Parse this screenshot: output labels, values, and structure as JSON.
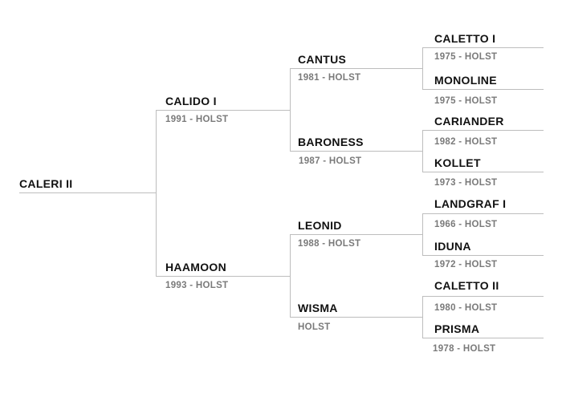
{
  "pedigree": {
    "subject": {
      "name": "CALERI II"
    },
    "sire": {
      "name": "CALIDO I",
      "info": "1991 - HOLST"
    },
    "dam": {
      "name": "HAAMOON",
      "info": "1993 - HOLST"
    },
    "sire_sire": {
      "name": "CANTUS",
      "info": "1981 - HOLST"
    },
    "sire_dam": {
      "name": "BARONESS",
      "info": "1987 - HOLST"
    },
    "dam_sire": {
      "name": "LEONID",
      "info": "1988 - HOLST"
    },
    "dam_dam": {
      "name": "WISMA",
      "info": "HOLST"
    },
    "ggp": [
      {
        "name": "CALETTO I",
        "info": "1975 - HOLST"
      },
      {
        "name": "MONOLINE",
        "info": "1975 - HOLST"
      },
      {
        "name": "CARIANDER",
        "info": "1982 - HOLST"
      },
      {
        "name": "KOLLET",
        "info": "1973 - HOLST"
      },
      {
        "name": "LANDGRAF I",
        "info": "1966 - HOLST"
      },
      {
        "name": "IDUNA",
        "info": "1972 - HOLST"
      },
      {
        "name": "CALETTO II",
        "info": "1980 - HOLST"
      },
      {
        "name": "PRISMA",
        "info": "1978 - HOLST"
      }
    ]
  }
}
